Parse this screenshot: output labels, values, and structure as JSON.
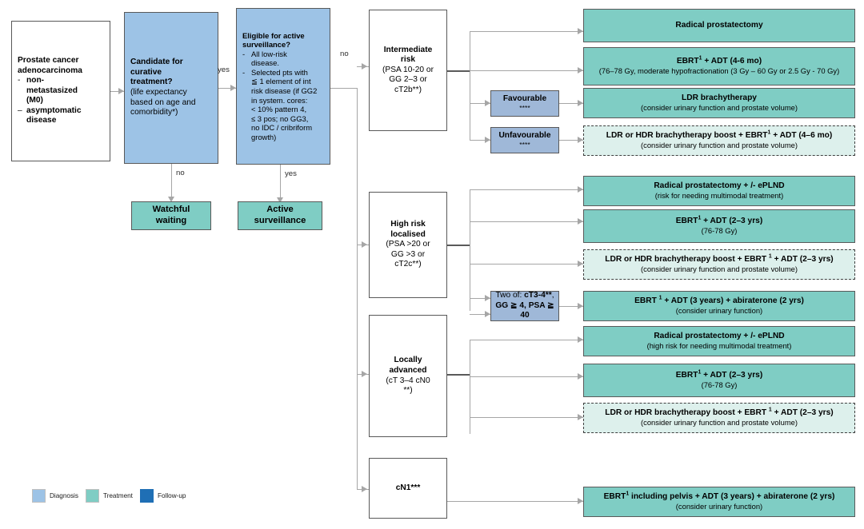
{
  "diagram": {
    "title": "Prostate cancer treatment decision flowchart",
    "colors": {
      "diagnosis": "#9dc3e6",
      "sub_diagnosis": "#9fb8d8",
      "treatment": "#7fcdc4",
      "follow_up": "#1f6fb5",
      "optional_treatment": "#ddf0ec",
      "box_border": "#595959",
      "connector": "#a6a6a6"
    }
  },
  "entry": {
    "heading_line1": "Prostate cancer",
    "heading_line2": "adenocarcinoma",
    "bullets": [
      {
        "dash": "-",
        "line1": "non-",
        "line2": "metastasized",
        "line3": "(M0)"
      },
      {
        "dash": "–",
        "line1": "asymptomatic",
        "line2": "disease"
      }
    ]
  },
  "decisions": {
    "candidate": {
      "title_line1": "Candidate for",
      "title_line2": "curative",
      "title_line3": "treatment?",
      "sub_line1": "(life expectancy",
      "sub_line2": "based on age and",
      "sub_line3": "comorbidity*)"
    },
    "eligible": {
      "title_line1": "Eligible for active",
      "title_line2": "surveillance?",
      "bullets": [
        {
          "dash": "-",
          "lines": [
            "All low-risk",
            "disease."
          ]
        },
        {
          "dash": "-",
          "lines": [
            "Selected pts with",
            "≦ 1 element of int",
            "risk disease (if GG2",
            "in system. cores:",
            "< 10% pattern 4,",
            "≤ 3 pos; no GG3,",
            "no IDC / cribriform",
            "growth)"
          ]
        }
      ]
    }
  },
  "edge_labels": {
    "candidate_yes": "yes",
    "candidate_no": "no",
    "eligible_yes": "yes",
    "eligible_no": "no"
  },
  "early_outcomes": [
    {
      "name": "watchful-waiting",
      "line1": "Watchful",
      "line2": "waiting"
    },
    {
      "name": "active-surveillance",
      "line1": "Active",
      "line2": "surveillance"
    }
  ],
  "risk_groups": [
    {
      "key": "intermediate",
      "title_line1": "Intermediate",
      "title_line2": "risk",
      "sub_lines": [
        "(PSA 10-20 or",
        "GG 2–3 or",
        "cT2b**)"
      ]
    },
    {
      "key": "high-risk-localised",
      "title_line1": "High risk",
      "title_line2": "localised",
      "sub_lines": [
        "(PSA >20 or",
        "GG >3 or",
        "cT2c**)"
      ]
    },
    {
      "key": "locally-advanced",
      "title_line1": "Locally",
      "title_line2": "advanced",
      "sub_lines": [
        "(cT 3–4 cN0",
        "**)"
      ]
    },
    {
      "key": "cn1",
      "title_line1": "cN1***",
      "title_line2": "",
      "sub_lines": []
    }
  ],
  "modifiers": [
    {
      "key": "favourable",
      "label": "Favourable",
      "stars": "****"
    },
    {
      "key": "unfavourable",
      "label": "Unfavourable",
      "stars": "****"
    },
    {
      "key": "two-of",
      "prefix": "Two of: ",
      "bold1": "cT3-4**",
      "mid": ",",
      "bold2": "GG ≧ 4, PSA ≧ 40"
    }
  ],
  "treatments": [
    {
      "key": "int-radical-prostatectomy",
      "style": "treat",
      "main": "Radical prostatectomy",
      "sub": ""
    },
    {
      "key": "int-ebrt-adt",
      "style": "treat",
      "main_pre": "EBRT",
      "main_sup": "1",
      "main_post": " + ADT (4-6 mo)",
      "sub": "(76–78 Gy, moderate hypofractionation (3 Gy – 60 Gy or 2.5 Gy - 70 Gy)"
    },
    {
      "key": "int-ldr-brachytherapy",
      "style": "treat",
      "main": "LDR brachytherapy",
      "sub": "(consider urinary function and prostate volume)"
    },
    {
      "key": "int-brachy-boost",
      "style": "dashed",
      "main_pre": "LDR or HDR brachytherapy boost + EBRT",
      "main_sup": "1",
      "main_post": " + ADT (4–6 mo)",
      "sub": "(consider urinary function and prostate volume)"
    },
    {
      "key": "high-radical-prostatectomy",
      "style": "treat",
      "main": "Radical prostatectomy + /- ePLND",
      "sub": "(risk for needing multimodal treatment)"
    },
    {
      "key": "high-ebrt-adt",
      "style": "treat",
      "main_pre": "EBRT",
      "main_sup": "1",
      "main_post": " + ADT (2–3 yrs)",
      "sub": "(76-78 Gy)"
    },
    {
      "key": "high-brachy-boost",
      "style": "dashed",
      "main_pre": "LDR or HDR brachytherapy boost + EBRT ",
      "main_sup": "1",
      "main_post": " + ADT (2–3 yrs)",
      "sub": "(consider urinary function and prostate volume)"
    },
    {
      "key": "twoof-ebrt-abiraterone",
      "style": "treat",
      "main_pre": "EBRT ",
      "main_sup": "1",
      "main_post": " + ADT (3 years) + abiraterone (2 yrs)",
      "sub": "(consider urinary function)"
    },
    {
      "key": "la-radical-prostatectomy",
      "style": "treat",
      "main": "Radical prostatectomy + /- ePLND",
      "sub": "(high risk for needing multimodal treatment)"
    },
    {
      "key": "la-ebrt-adt",
      "style": "treat",
      "main_pre": "EBRT",
      "main_sup": "1",
      "main_post": " + ADT (2–3 yrs)",
      "sub": "(76-78 Gy)"
    },
    {
      "key": "la-brachy-boost",
      "style": "dashed",
      "main_pre": "LDR or HDR brachytherapy boost + EBRT ",
      "main_sup": "1",
      "main_post": " + ADT (2–3 yrs)",
      "sub": "(consider urinary function and prostate volume)"
    },
    {
      "key": "cn1-ebrt-pelvis",
      "style": "treat",
      "main_pre": "EBRT",
      "main_sup": "1",
      "main_post": " including pelvis + ADT (3 years) + abiraterone (2 yrs)",
      "sub": "(consider urinary function)"
    }
  ],
  "legend": {
    "items": [
      {
        "label": "Diagnosis",
        "color": "#9dc3e6"
      },
      {
        "label": "Treatment",
        "color": "#7fcdc4"
      },
      {
        "label": "Follow-up",
        "color": "#1f6fb5"
      }
    ]
  }
}
